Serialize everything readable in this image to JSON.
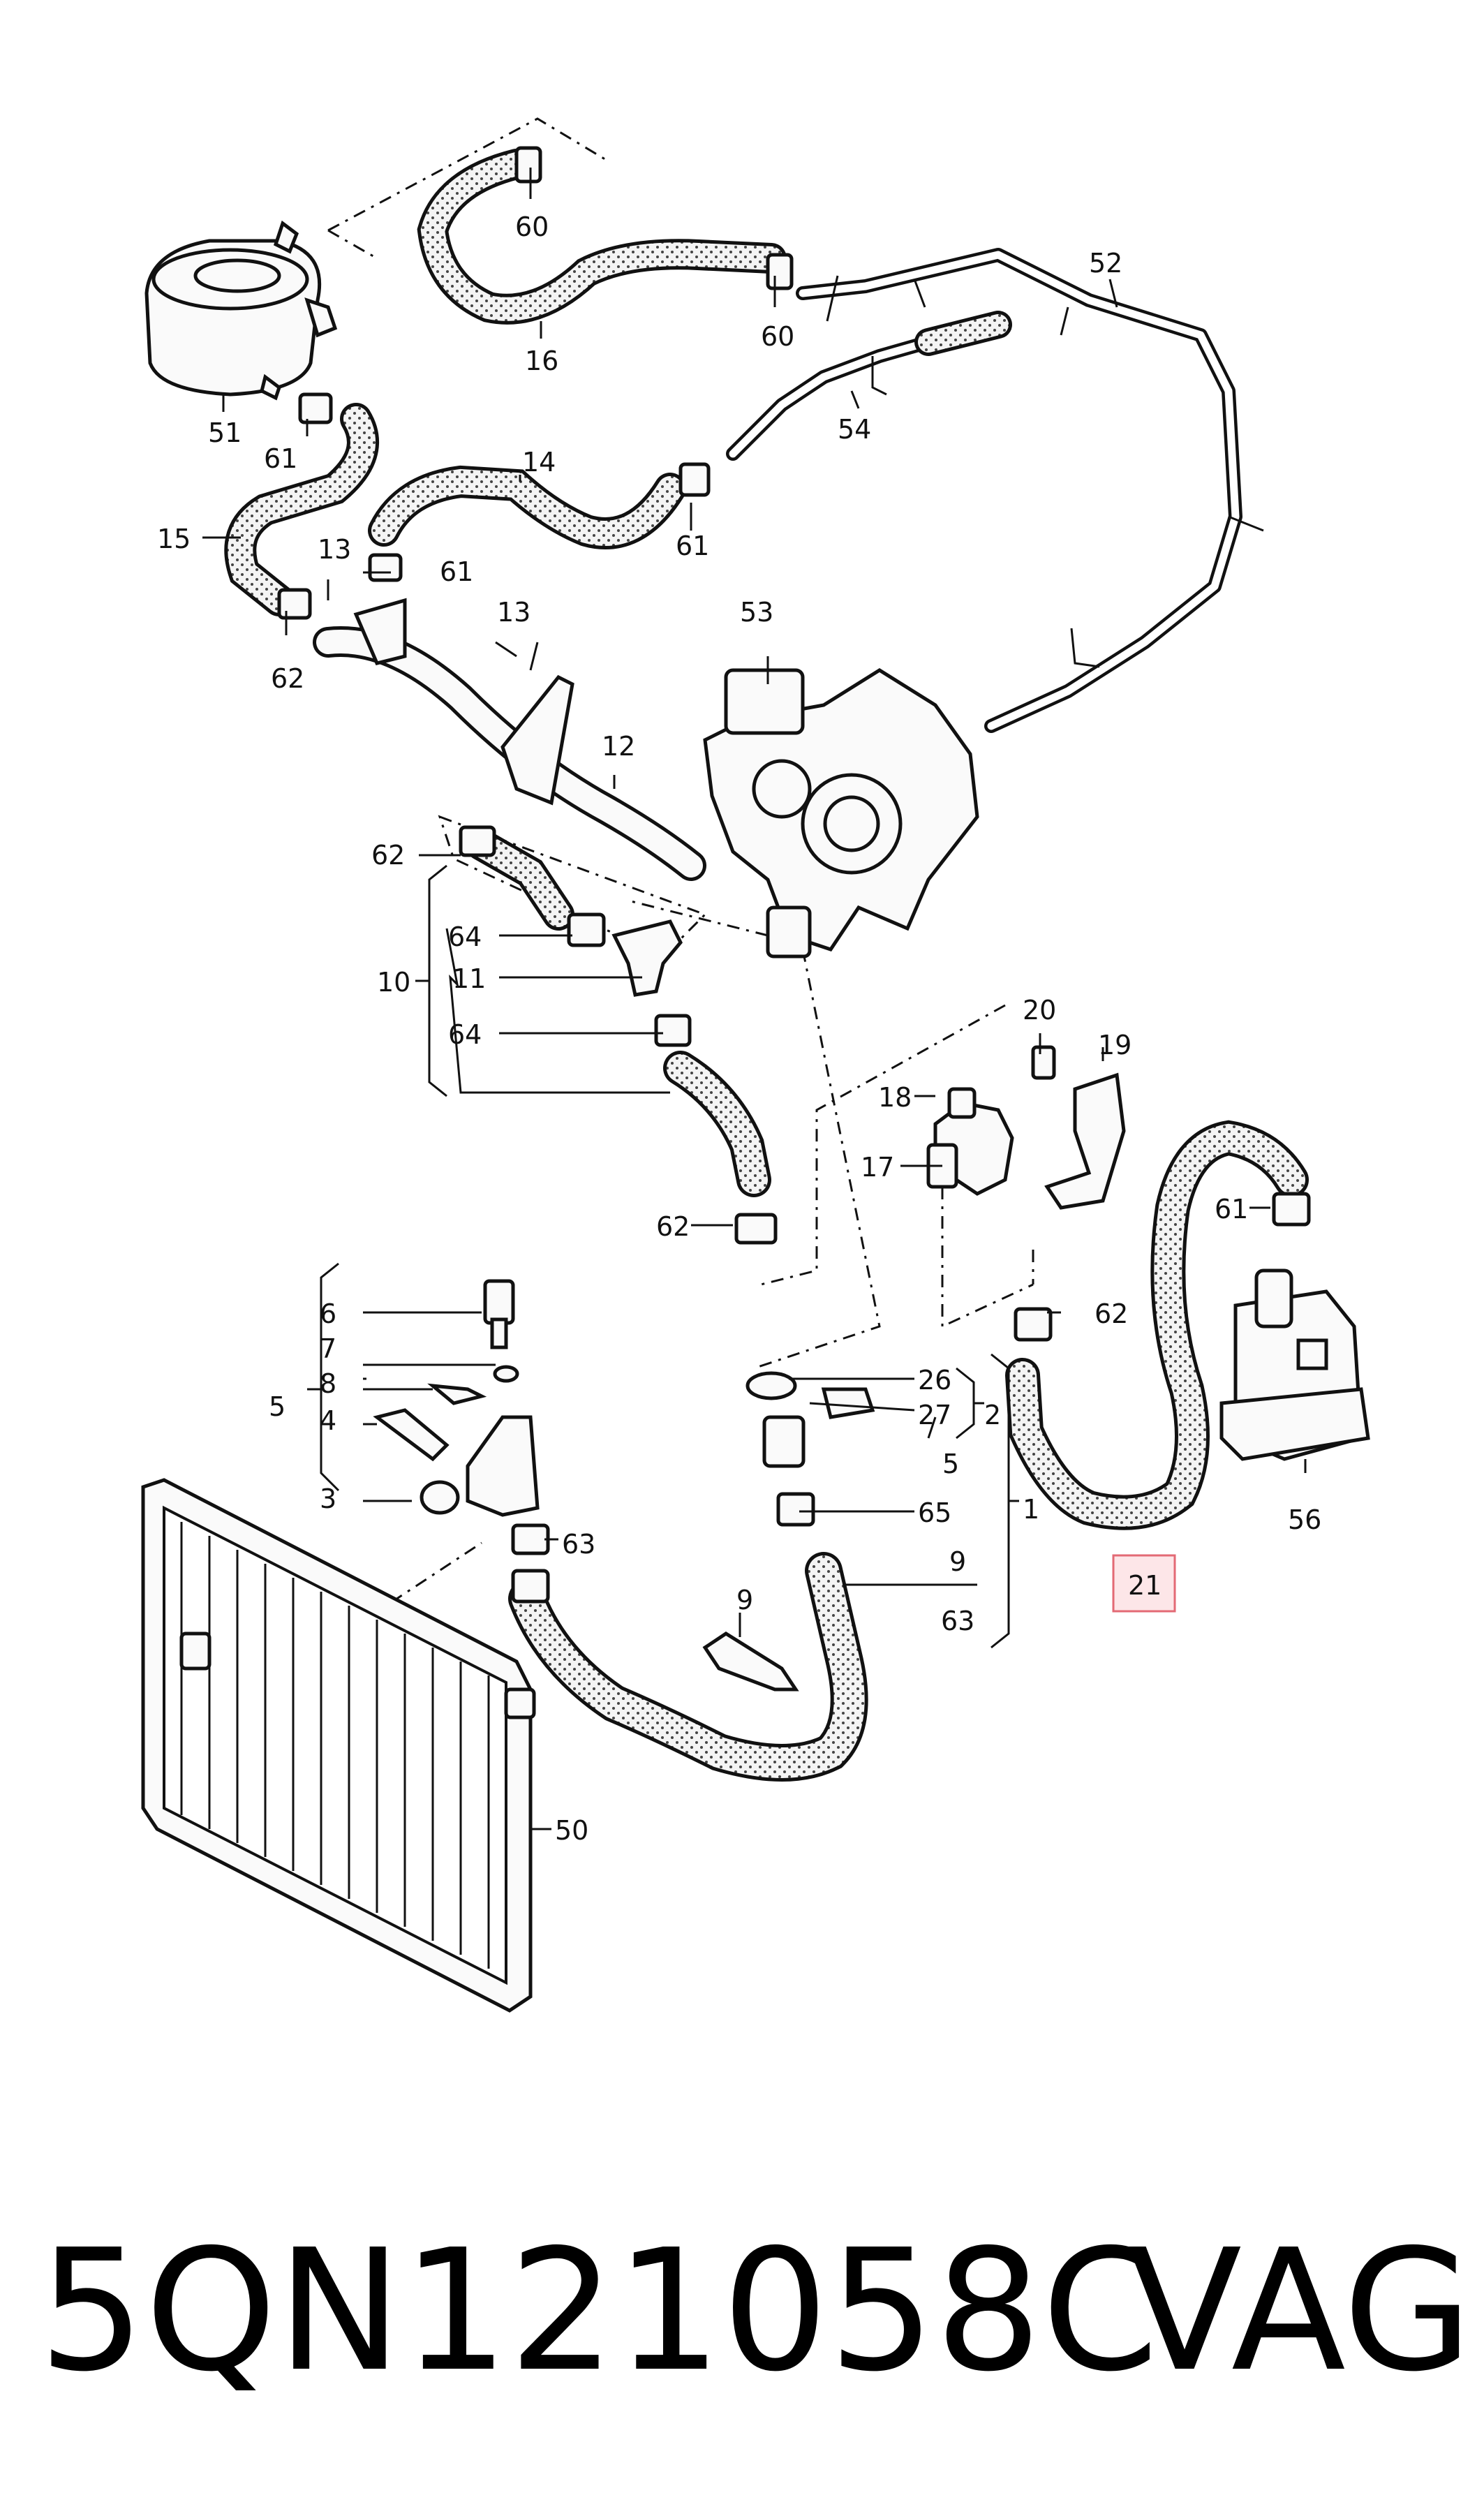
{
  "footer": {
    "part_number": "5QN121058C",
    "brand": "VAG"
  },
  "highlight": {
    "label": "21",
    "fill": "#fde6e8",
    "border": "#e36a75"
  },
  "callouts": {
    "c60a": "60",
    "c60b": "60",
    "c52": "52",
    "c16": "16",
    "c51": "51",
    "c54": "54",
    "c61a": "61",
    "c14": "14",
    "c61b": "61",
    "c15": "15",
    "c13a": "13",
    "c61c": "61",
    "c13b": "13",
    "c53": "53",
    "c62a": "62",
    "c12": "12",
    "c62b": "62",
    "c64a": "64",
    "c11": "11",
    "c10": "10",
    "c64b": "64",
    "c20": "20",
    "c19": "19",
    "c18": "18",
    "c17": "17",
    "c62c": "62",
    "c61d": "61",
    "c6": "6",
    "c62d": "62",
    "c7": "7",
    "c26": "26",
    "c8": "8",
    "c27": "27",
    "c2": "2",
    "c5a": "5",
    "c4": "4",
    "c5b": "5",
    "c56": "56",
    "c3": "3",
    "c65": "65",
    "c1": "1",
    "c63a": "63",
    "c9a": "9",
    "c63b": "63",
    "c9b": "9",
    "c50": "50"
  }
}
